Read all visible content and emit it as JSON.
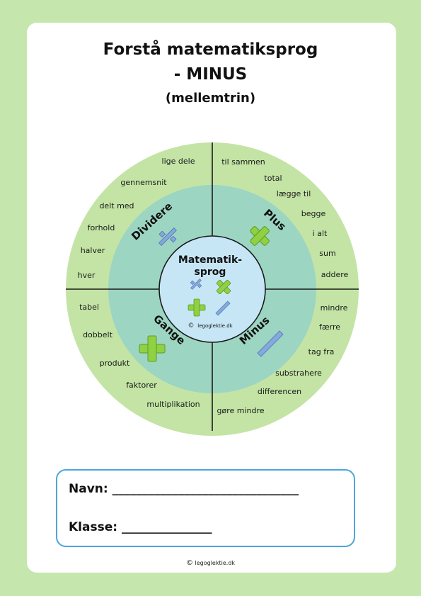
{
  "header": {
    "title_line1": "Forstå matematiksprog",
    "title_line2": "- MINUS",
    "subtitle": "(mellemtrin)"
  },
  "wheel": {
    "center_line1": "Matematik-",
    "center_line2": "sprog",
    "center_copyright": "©",
    "center_site": "legoglektie.dk",
    "quadrants": {
      "divide": "Dividere",
      "plus": "Plus",
      "times": "Gange",
      "minus": "Minus"
    },
    "outer_words": {
      "divide": [
        "lige dele",
        "gennemsnit",
        "delt med",
        "forhold",
        "halver",
        "hver"
      ],
      "plus": [
        "til sammen",
        "total",
        "lægge til",
        "begge",
        "i alt",
        "sum",
        "addere"
      ],
      "times": [
        "tabel",
        "dobbelt",
        "produkt",
        "faktorer",
        "multiplikation"
      ],
      "minus": [
        "mindre",
        "færre",
        "tag fra",
        "substrahere",
        "differencen",
        "gøre mindre"
      ]
    },
    "icons": [
      "divide-icon",
      "times-icon",
      "plus-icon",
      "minus-icon"
    ],
    "colors": {
      "outer_ring": "#c3e4a5",
      "inner_ring": "#9dd5c3",
      "center": "#c6e6f6",
      "green_icon": "#8fd143",
      "blue_icon": "#86a9db"
    }
  },
  "form": {
    "name_label": "Navn: _______________________________",
    "class_label": "Klasse: _______________"
  },
  "footer": {
    "copyright": "©",
    "site": "legoglektie.dk"
  }
}
